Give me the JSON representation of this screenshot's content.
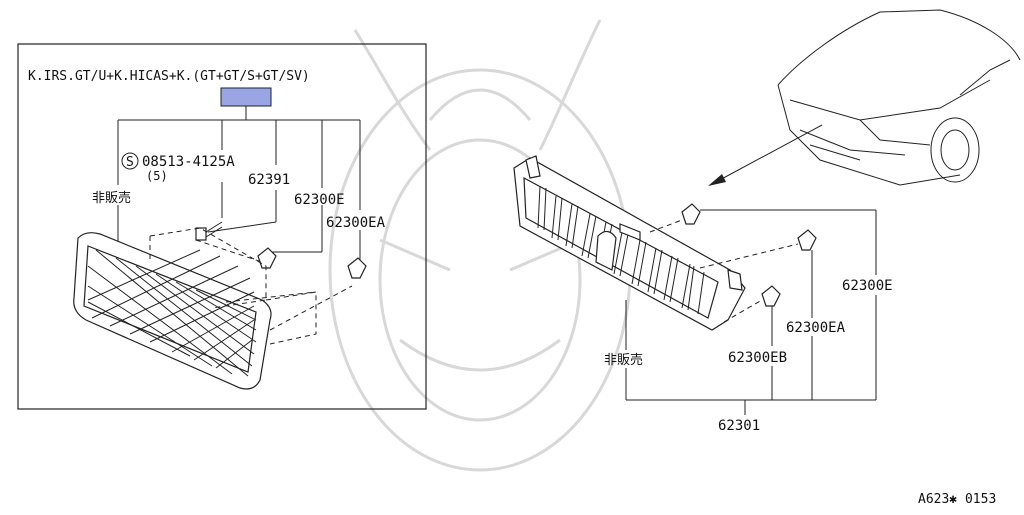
{
  "inset": {
    "condition_label": "K.IRS.GT/U+K.HICAS+K.(GT+GT/S+GT/SV)",
    "highlight_color": "#9aa6e4",
    "callouts": {
      "screw_symbol": "S",
      "screw_part": "08513-4125A",
      "screw_qty": "(5)",
      "emblem": "62391",
      "clip_e": "62300E",
      "clip_ea": "62300EA",
      "not_for_sale": "非販売"
    }
  },
  "main": {
    "callouts": {
      "clip_e": "62300E",
      "clip_ea": "62300EA",
      "clip_eb": "62300EB",
      "not_for_sale": "非販売",
      "grille_assy": "62301"
    }
  },
  "diagram_code": "A623✱ 0153"
}
